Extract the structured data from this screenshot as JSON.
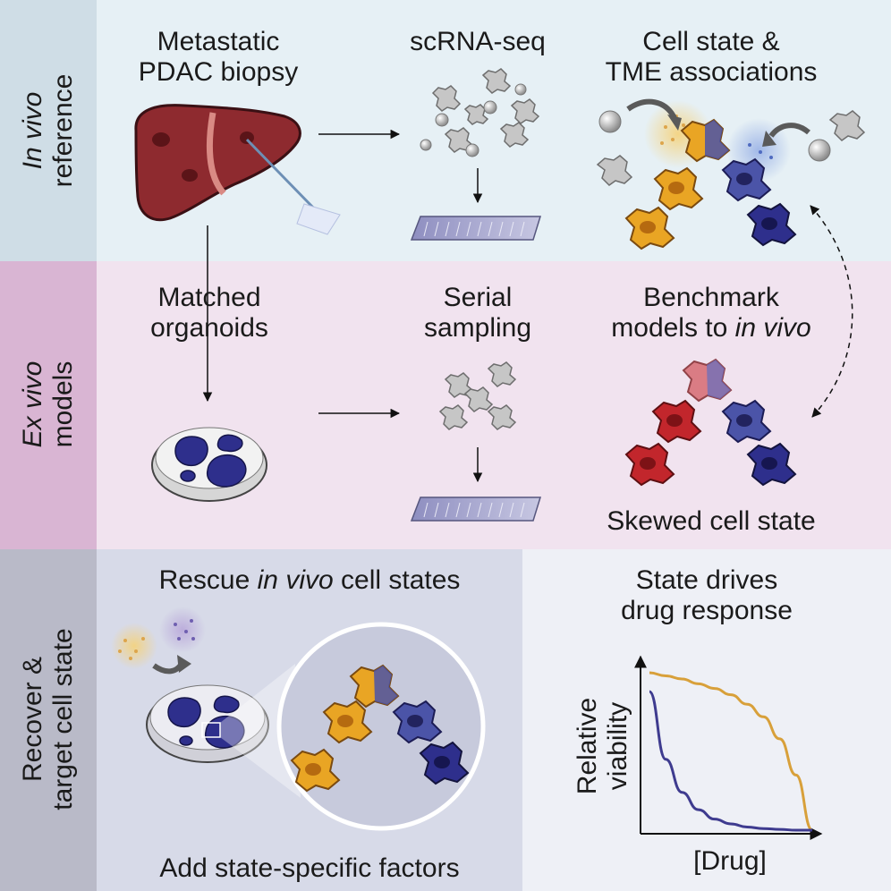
{
  "colors": {
    "in_vivo_band": "#e6f0f5",
    "in_vivo_side": "#cfdde6",
    "ex_vivo_band": "#f1e3ef",
    "ex_vivo_side": "#d9b5d3",
    "recover_panel": "#d7dae8",
    "recover_side": "#b9bac8",
    "drug_panel": "#eef0f6",
    "liver": "#8e2a2f",
    "orange_cell": "#e9a524",
    "blue_cell": "#2e2f8c",
    "red_cell": "#c2262c",
    "grey_cell": "#b8b8b8",
    "orange_curve": "#d8a03a",
    "blue_curve": "#3e3b8f"
  },
  "rows": {
    "in_vivo": {
      "side_label_italic": "In vivo",
      "side_label_rest": "reference"
    },
    "ex_vivo": {
      "side_label_italic": "Ex vivo",
      "side_label_rest": "models"
    },
    "recover": {
      "side_label_line1": "Recover &",
      "side_label_line2": "target cell state"
    }
  },
  "steps": {
    "biopsy": {
      "line1": "Metastatic",
      "line2": "PDAC biopsy"
    },
    "scrna": {
      "line1": "scRNA-seq"
    },
    "tme": {
      "line1": "Cell state &",
      "line2": "TME associations"
    },
    "organoids": {
      "line1": "Matched",
      "line2": "organoids"
    },
    "serial": {
      "line1": "Serial",
      "line2": "sampling"
    },
    "benchmark": {
      "line1": "Benchmark",
      "line2_plain": "models to ",
      "line2_italic": "in vivo"
    },
    "skewed": {
      "line1": "Skewed cell state"
    },
    "rescue": {
      "plain_before": "Rescue ",
      "italic": "in vivo",
      "plain_after": " cell states"
    },
    "add_factors": {
      "line1": "Add state-specific factors"
    },
    "drug": {
      "line1": "State drives",
      "line2": "drug response"
    }
  },
  "chart_data": {
    "type": "line",
    "title": "",
    "xlabel": "[Drug]",
    "ylabel": "Relative viability",
    "tick_labels": false,
    "x": [
      0,
      0.1,
      0.2,
      0.3,
      0.4,
      0.5,
      0.6,
      0.7,
      0.8,
      0.9,
      1.0
    ],
    "series": [
      {
        "color": "orange_curve",
        "values": [
          1.0,
          0.98,
          0.96,
          0.93,
          0.9,
          0.86,
          0.8,
          0.72,
          0.58,
          0.35,
          0.0
        ]
      },
      {
        "color": "blue_curve",
        "values": [
          0.88,
          0.45,
          0.24,
          0.13,
          0.07,
          0.04,
          0.02,
          0.01,
          0.005,
          0.0,
          0.0
        ]
      }
    ]
  }
}
